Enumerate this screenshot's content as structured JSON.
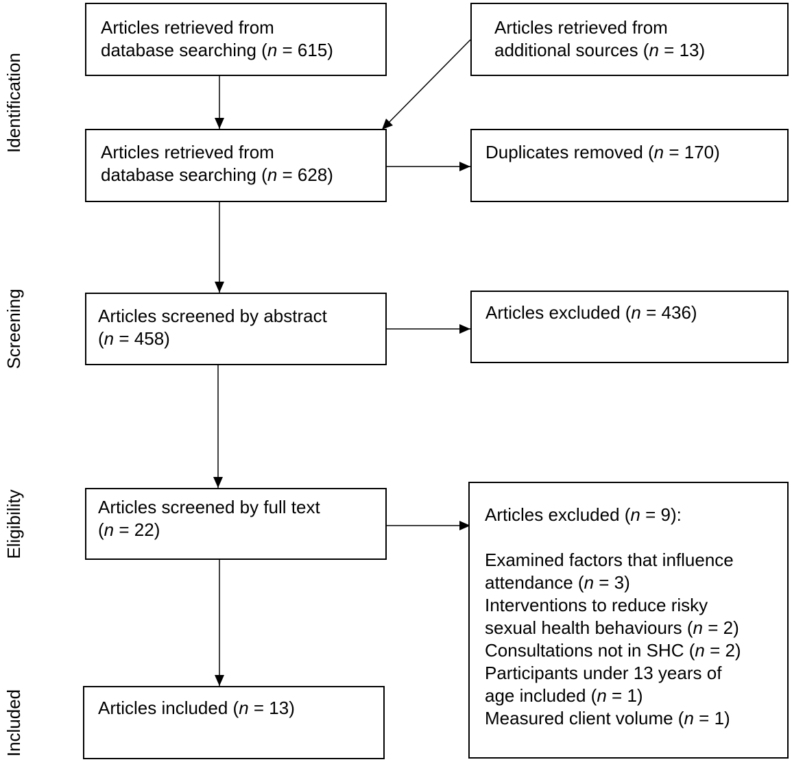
{
  "phases": {
    "identification": "Identification",
    "screening": "Screening",
    "eligibility": "Eligibility",
    "included": "Included"
  },
  "boxes": {
    "database_search": {
      "line1": "Articles retrieved from",
      "line2_pre": "database searching (",
      "n_label": "n",
      "line2_post": " = 615)"
    },
    "additional_sources": {
      "line1": "Articles retrieved from",
      "line2_pre": "additional sources (",
      "n_label": "n",
      "line2_post": " = 13)"
    },
    "combined": {
      "line1": "Articles retrieved from",
      "line2_pre": "database searching (",
      "n_label": "n",
      "line2_post": " = 628)"
    },
    "duplicates": {
      "line1_pre": "Duplicates removed (",
      "n_label": "n",
      "line1_post": " = 170)"
    },
    "abstract_screen": {
      "line1": "Articles screened by abstract",
      "line2_pre": "(",
      "n_label": "n",
      "line2_post": " = 458)"
    },
    "abstract_excluded": {
      "line1_pre": "Articles excluded (",
      "n_label": "n",
      "line1_post": " = 436)"
    },
    "fulltext_screen": {
      "line1": "Articles screened by full text",
      "line2_pre": "(",
      "n_label": "n",
      "line2_post": " = 22)"
    },
    "fulltext_excluded": {
      "heading_pre": "Articles excluded (",
      "n_label": "n",
      "heading_post": " = 9):",
      "reasons": [
        {
          "line1": "Examined factors that influence",
          "line2_pre": "attendance (",
          "n_label": "n",
          "line2_post": " = 3)"
        },
        {
          "line1": "Interventions to reduce risky",
          "line2_pre": "sexual health behaviours (",
          "n_label": "n",
          "line2_post": " = 2)"
        },
        {
          "line1_pre": "Consultations not in SHC (",
          "n_label": "n",
          "line1_post": " = 2)"
        },
        {
          "line1": "Participants under 13 years of",
          "line2_pre": "age included (",
          "n_label": "n",
          "line2_post": " = 1)"
        },
        {
          "line1_pre": "Measured client volume (",
          "n_label": "n",
          "line1_post": " = 1)"
        }
      ]
    },
    "included": {
      "line1_pre": "Articles included (",
      "n_label": "n",
      "line1_post": " = 13)"
    }
  }
}
